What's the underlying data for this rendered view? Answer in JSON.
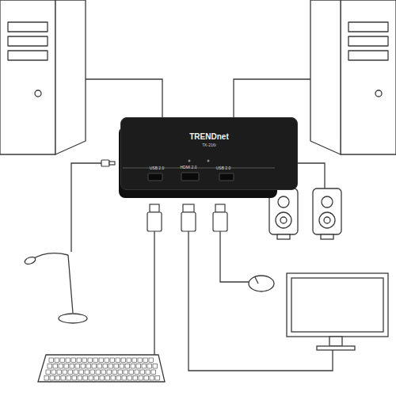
{
  "diagram": {
    "nodes": [
      {
        "text": [
          "TRENDnet",
          "TK-216i"
        ]
      }
    ],
    "labels": [
      "USB 2.0",
      "HDMI 2.0",
      "USB 2.0"
    ]
  }
}
